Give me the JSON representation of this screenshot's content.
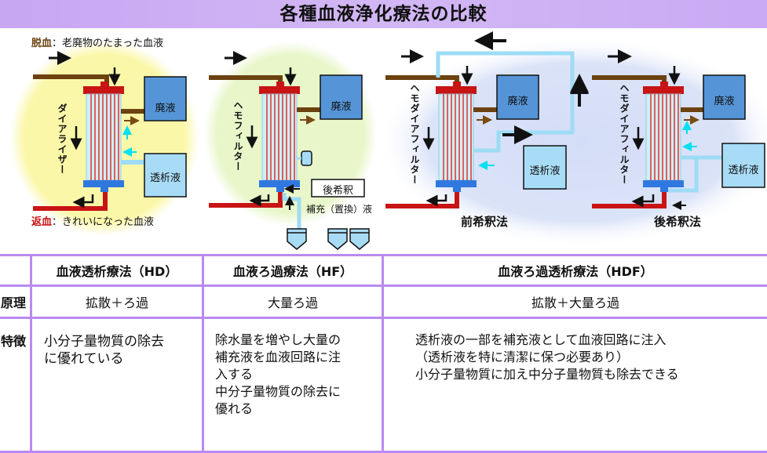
{
  "title": "各種血液浄化療法の比較",
  "diagram": {
    "hd": {
      "removal_label": "脱血",
      "removal_desc": "：老廃物のたまった血液",
      "return_label": "返血",
      "return_desc": "：きれいになった血液",
      "device": "ダイアライザー",
      "waste": "廃液",
      "dialysate": "透析液"
    },
    "hf": {
      "device": "ヘモフィルター",
      "waste": "廃液",
      "post_dilution": "後希釈",
      "substitution": "補充（置換）液"
    },
    "hdf_pre": {
      "device": "ヘモダイアフィルター",
      "waste": "廃液",
      "dialysate": "透析液",
      "caption": "前希釈法"
    },
    "hdf_post": {
      "device": "ヘモダイアフィルター",
      "waste": "廃液",
      "dialysate": "透析液",
      "caption": "後希釈法"
    },
    "colors": {
      "blood_in": "#6b4210",
      "blood_out": "#c81414",
      "header_red": "#c81414",
      "header_blue": "#2f78e0",
      "waste_box": "#5594d6",
      "dialysate_box": "#a8dcf6",
      "dialysate_line": "#9edcf5",
      "accent_cyan": "#00e0f0",
      "bg_hd": "#fbf7a8",
      "bg_hf": "#e8f6c9",
      "bg_hdf": "#d6dff7"
    }
  },
  "table": {
    "headers": [
      "",
      "血液透析療法（HD）",
      "血液ろ過療法（HF）",
      "血液ろ過透析療法（HDF）"
    ],
    "rows": [
      {
        "label": "原理",
        "cells": [
          "拡散＋ろ過",
          "大量ろ過",
          "拡散＋大量ろ過"
        ]
      },
      {
        "label": "特徴",
        "cells": [
          [
            "小分子量物質の除去",
            "に優れている"
          ],
          [
            "除水量を増やし大量の",
            "補充液を血液回路に注",
            "入する",
            "中分子量物質の除去に",
            "優れる"
          ],
          [
            "透析液の一部を補充液として血液回路に注入",
            "（透析液を特に清潔に保つ必要あり）",
            "小分子量物質に加え中分子量物質も除去できる"
          ]
        ]
      }
    ]
  }
}
